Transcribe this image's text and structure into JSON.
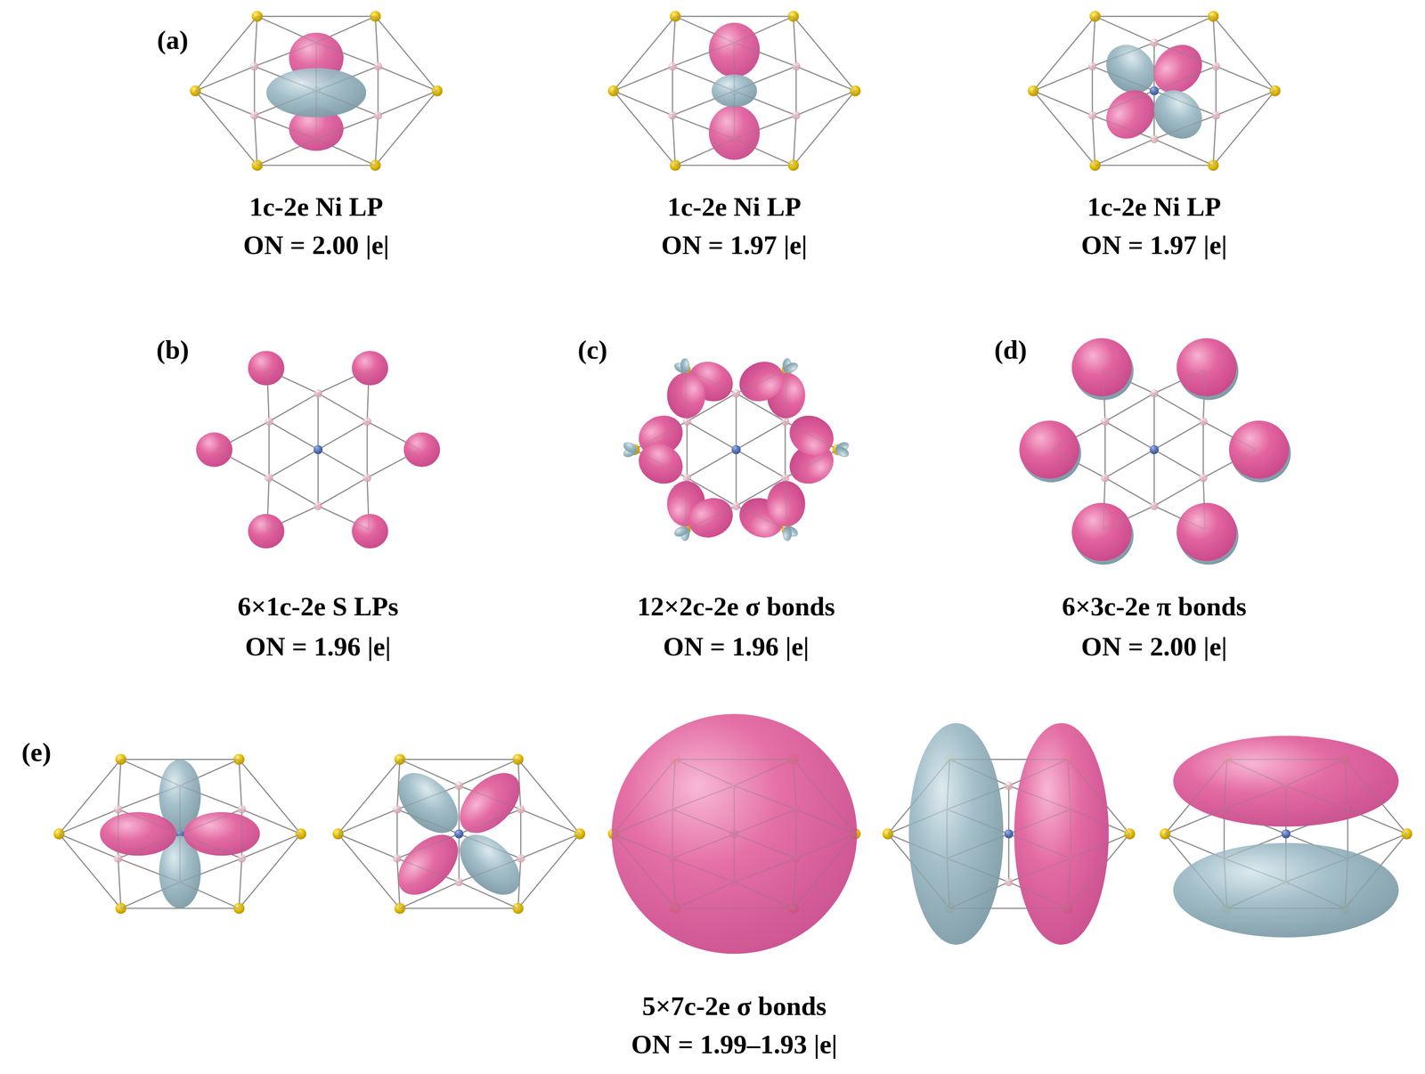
{
  "diagram": {
    "labels": [
      "(a)",
      "1c-2e Ni LP",
      "ON = 2.00 |e|",
      "1c-2e Ni LP",
      "ON = 1.97 |e|",
      "1c-2e Ni LP",
      "ON = 1.97 |e|",
      "(b)",
      "(c)",
      "(d)",
      "6×1c-2e S LPs",
      "ON = 1.96 |e|",
      "12×2c-2e σ bonds",
      "ON = 1.96 |e|",
      "6×3c-2e π bonds",
      "ON = 2.00 |e|",
      "(e)",
      "5×7c-2e σ bonds",
      "ON = 1.99–1.93 |e|"
    ]
  }
}
